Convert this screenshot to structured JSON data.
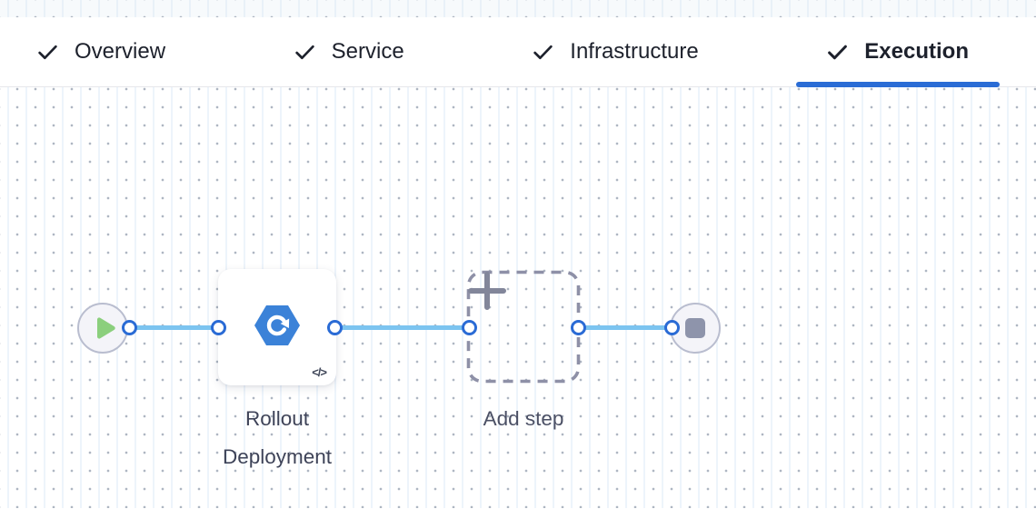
{
  "header": {
    "tabs": [
      {
        "label": "Overview",
        "completed": true,
        "active": false
      },
      {
        "label": "Service",
        "completed": true,
        "active": false
      },
      {
        "label": "Infrastructure",
        "completed": true,
        "active": false
      },
      {
        "label": "Execution",
        "completed": true,
        "active": true
      }
    ]
  },
  "canvas": {
    "start_node": {
      "icon": "play-icon"
    },
    "step": {
      "label": "Rollout Deployment",
      "icon": "rollout-hexagon-icon",
      "badge": "</>"
    },
    "add_step": {
      "label": "Add step",
      "icon": "plus-icon"
    },
    "end_node": {
      "icon": "stop-icon"
    }
  },
  "colors": {
    "active_tab_underline": "#2a6cd5",
    "edge_line": "#7cc4f0",
    "port_ring": "#2a6bd5",
    "step_icon_blue": "#3b82d8",
    "play_green": "#8bcf7d",
    "stop_gray": "#8e94ab",
    "dashed_border": "#8e90a7"
  }
}
